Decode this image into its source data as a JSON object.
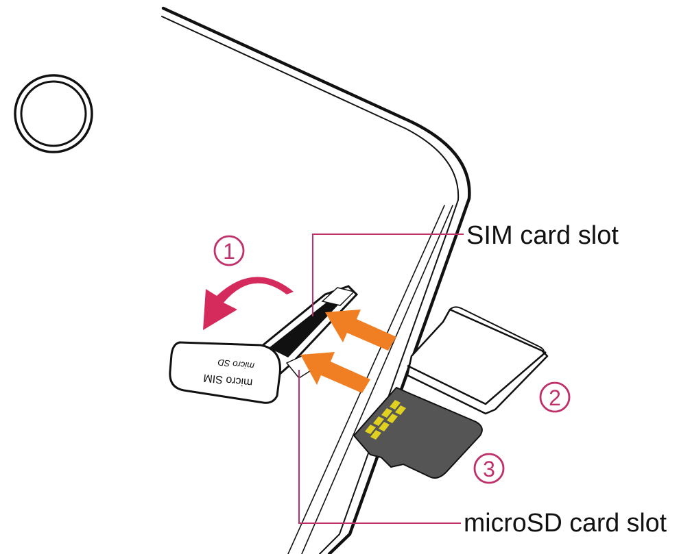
{
  "labels": {
    "sim_slot": "SIM card slot",
    "microsd_slot": "microSD card slot"
  },
  "steps": {
    "one": "1",
    "two": "2",
    "three": "3"
  },
  "cover_text": {
    "micro_sim": "micro SIM",
    "micro_sd": "micro SD"
  },
  "colors": {
    "step_circle": "#c0306a",
    "open_arrow": "#d42a5c",
    "insert_arrow": "#f07f24",
    "callout_line": "#c0306a",
    "sd_card_body": "#555555",
    "sd_card_contacts": "#e0d020",
    "outline": "#111111"
  }
}
